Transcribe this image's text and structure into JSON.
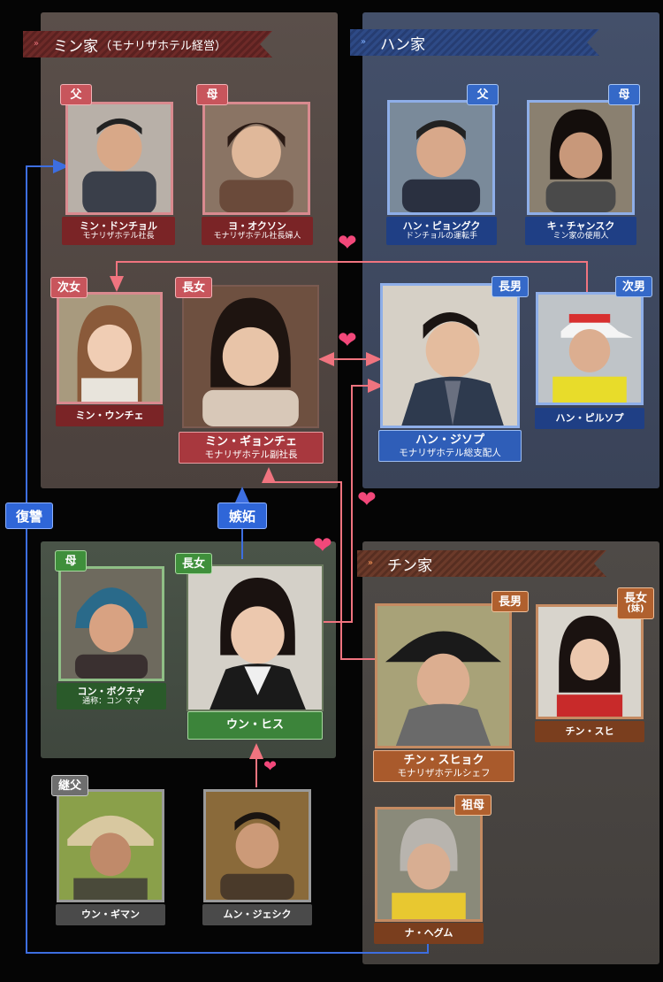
{
  "families": {
    "min": {
      "title": "ミン家",
      "subtitle": "（モナリザホテル経営）"
    },
    "han": {
      "title": "ハン家"
    },
    "jin": {
      "title": "チン家"
    }
  },
  "people": {
    "min_father": {
      "tag": "父",
      "name": "ミン・ドンチョル",
      "role": "モナリザホテル社長"
    },
    "min_mother": {
      "tag": "母",
      "name": "ヨ・オクソン",
      "role": "モナリザホテル社長婦人"
    },
    "min_second": {
      "tag": "次女",
      "name": "ミン・ウンチェ"
    },
    "min_eldest": {
      "tag": "長女",
      "name": "ミン・ギョンチェ",
      "role": "モナリザホテル副社長"
    },
    "han_father": {
      "tag": "父",
      "name": "ハン・ピョングク",
      "role": "ドンチョルの運転手"
    },
    "han_mother": {
      "tag": "母",
      "name": "キ・チャンスク",
      "role": "ミン家の使用人"
    },
    "han_eldest": {
      "tag": "長男",
      "name": "ハン・ジソプ",
      "role": "モナリザホテル総支配人"
    },
    "han_second": {
      "tag": "次男",
      "name": "ハン・ピルソプ"
    },
    "eun_mother": {
      "tag": "母",
      "name": "コン・ボクチャ",
      "role": "通称：コン ママ"
    },
    "eun_eldest": {
      "tag": "長女",
      "name": "ウン・ヒス"
    },
    "eun_stepfather": {
      "tag": "継父",
      "name": "ウン・ギマン"
    },
    "moon": {
      "name": "ムン・ジェシク"
    },
    "jin_eldest": {
      "tag": "長男",
      "name": "チン・スヒョク",
      "role": "モナリザホテルシェフ"
    },
    "jin_daughter": {
      "tag": "長女",
      "tag_sub": "(妹)",
      "name": "チン・スヒ"
    },
    "jin_grandma": {
      "tag": "祖母",
      "name": "ナ・ヘグム"
    }
  },
  "relations": {
    "revenge": "復讐",
    "jealousy": "嫉妬",
    "heart": "❤"
  },
  "colors": {
    "pink": "#f2487a",
    "blue": "#3d6ee0",
    "red": "#c8555c"
  }
}
